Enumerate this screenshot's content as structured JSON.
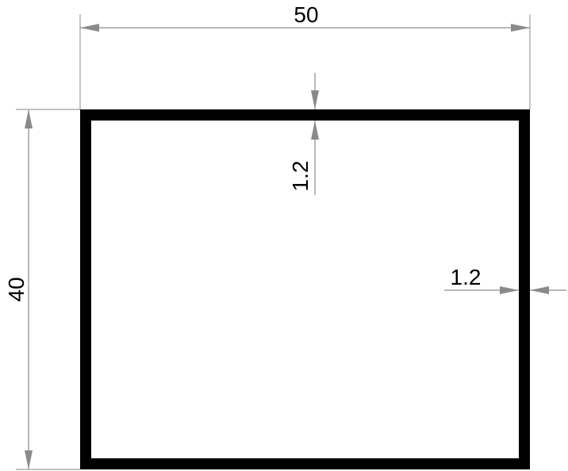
{
  "drawing": {
    "type": "rectangular tube cross-section",
    "dimensions": {
      "width": "50",
      "height": "40",
      "top_wall_thickness": "1.2",
      "side_wall_thickness": "1.2"
    }
  },
  "colors": {
    "profile": "#000000",
    "dimension_lines": "#8a8a8a",
    "text": "#000000",
    "background": "#ffffff"
  }
}
